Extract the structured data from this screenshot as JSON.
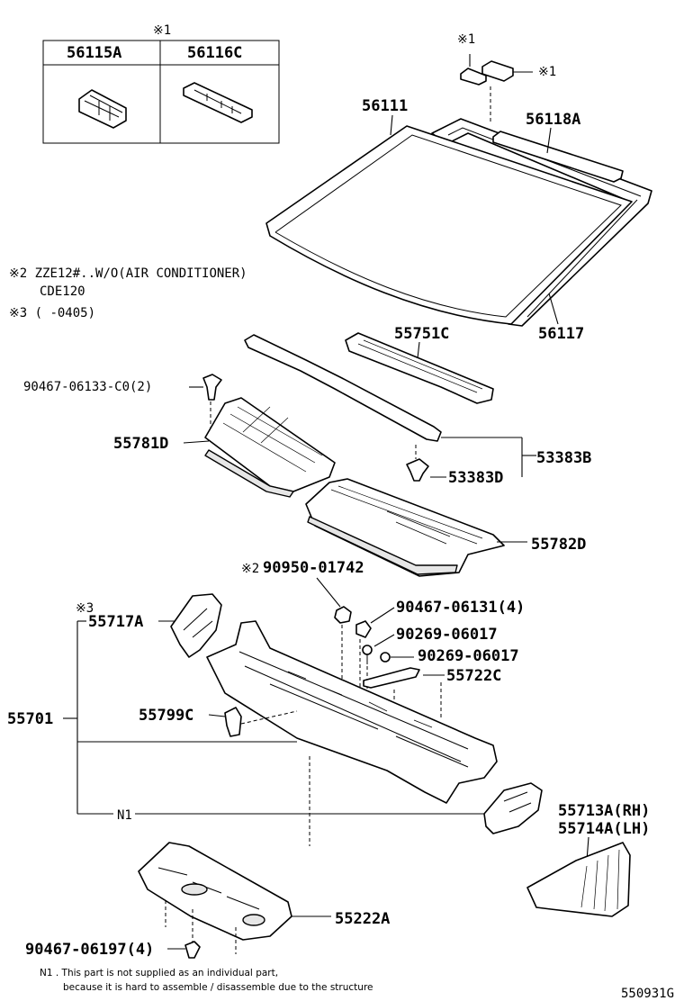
{
  "table": {
    "mark": "※1",
    "col1": "56115A",
    "col2": "56116C"
  },
  "mark1_top": "※1",
  "mark1_side": "※1",
  "parts": {
    "p56111": "56111",
    "p56118A": "56118A",
    "p56117": "56117",
    "p55751C": "55751C",
    "p90467_06133": "90467-06133-C0(2)",
    "p55781D": "55781D",
    "p53383B": "53383B",
    "p53383D": "53383D",
    "p55782D": "55782D",
    "p90950_mark": "※2",
    "p90950": "90950-01742",
    "p90467_06131": "90467-06131(4)",
    "p90269_a": "90269-06017",
    "p90269_b": "90269-06017",
    "p55717A_mark": "※3",
    "p55717A": "55717A",
    "p55722C": "55722C",
    "p55799C": "55799C",
    "p55701": "55701",
    "pN1": "N1",
    "p55713A": "55713A(RH)",
    "p55714A": "55714A(LH)",
    "p55222A": "55222A",
    "p90467_06197": "90467-06197(4)"
  },
  "notes": {
    "n2_line1": "※2  ZZE12#..W/O(AIR CONDITIONER)",
    "n2_line2": "CDE120",
    "n3": "※3 (    -0405)"
  },
  "footnote": {
    "line1": "N1 .  This part is not supplied as an individual part,",
    "line2": "because it is hard to assemble / disassemble due to the structure"
  },
  "figure_code": "550931G"
}
